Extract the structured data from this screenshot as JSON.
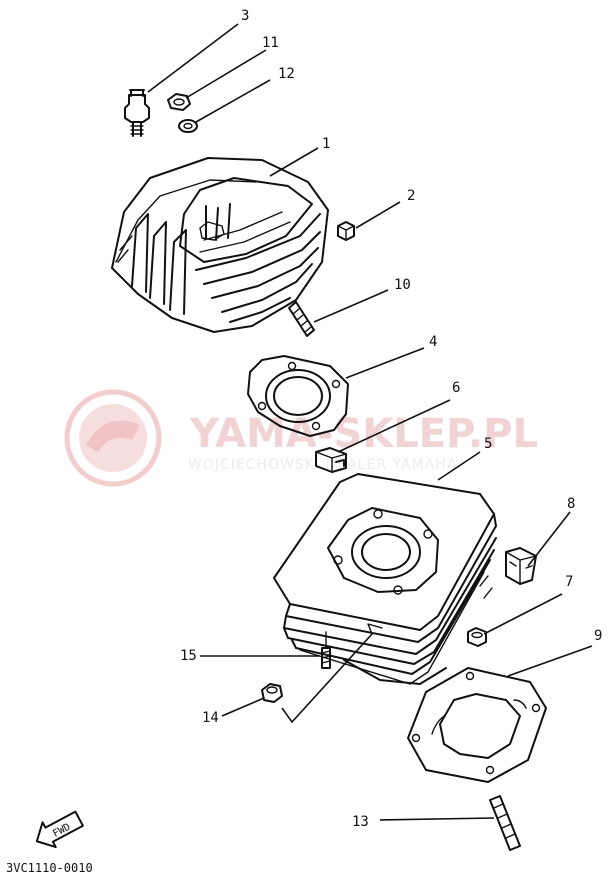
{
  "watermark": {
    "brand": "YAMA-SKLEP.PL",
    "tagline": "WOJCIECHOWSKI DEALER YAMAHA",
    "color": "#f2d3d3"
  },
  "diagram_code": "3VC1110-0010",
  "fwd_label": "FWD",
  "callouts": [
    "1",
    "2",
    "3",
    "4",
    "5",
    "6",
    "7",
    "8",
    "9",
    "10",
    "11",
    "12",
    "13",
    "14",
    "15"
  ]
}
